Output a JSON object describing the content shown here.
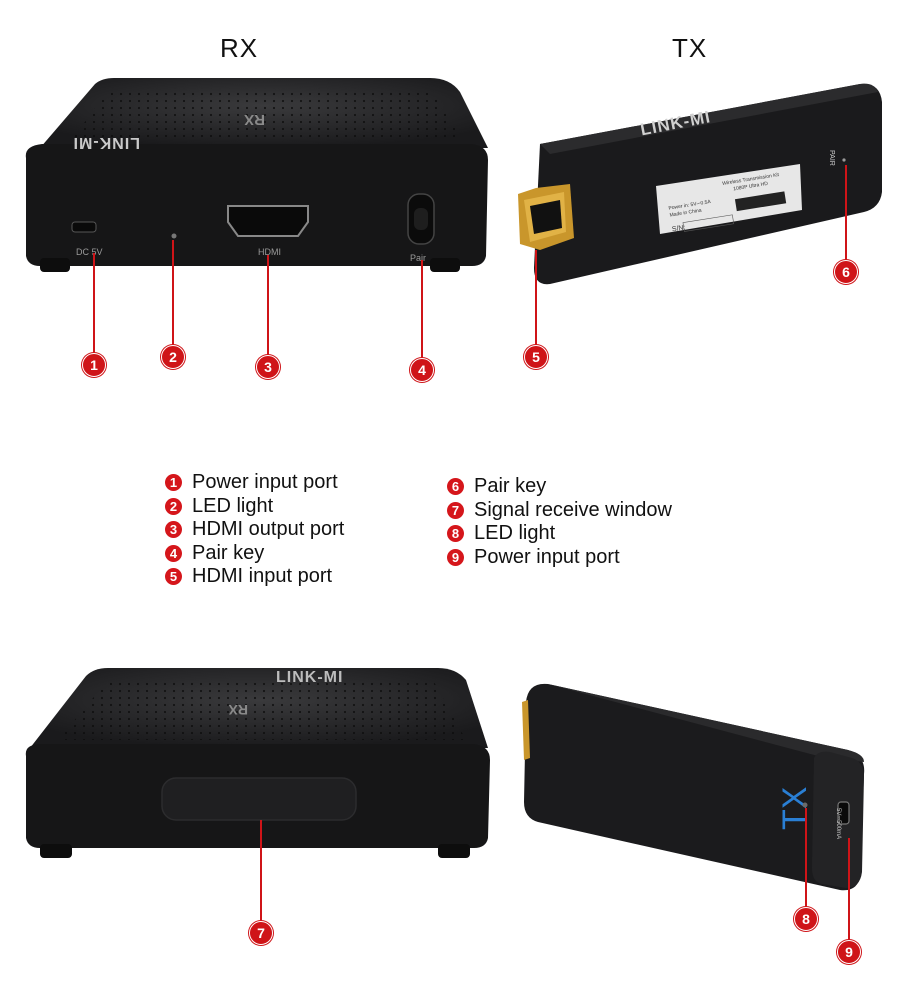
{
  "titles": {
    "rx": "RX",
    "tx": "TX"
  },
  "rx_front_labels": {
    "dc": "DC 5V",
    "hdmi": "HDMI",
    "pair": "Pair"
  },
  "rx_top_labels": {
    "model": "RX",
    "brand": "LINK-MI"
  },
  "tx_top_labels": {
    "brand": "LINK-MI",
    "pair": "PAIR",
    "sticker_title": "Wireless Transmission Kit",
    "sticker_sub": "1080P Ultra HD",
    "sticker_power": "Power in: 5V⎓0.5A",
    "sticker_made": "Made in China",
    "sticker_sn": "S/N:"
  },
  "tx_bottom_labels": {
    "model": "TX",
    "port": "5V⎓500mA"
  },
  "callouts": [
    "1",
    "2",
    "3",
    "4",
    "5",
    "6",
    "7",
    "8",
    "9"
  ],
  "legend_left": [
    {
      "num": "1",
      "text": "Power input port"
    },
    {
      "num": "2",
      "text": "LED light"
    },
    {
      "num": "3",
      "text": "HDMI output port"
    },
    {
      "num": "4",
      "text": "Pair key"
    },
    {
      "num": "5",
      "text": "HDMI input port"
    }
  ],
  "legend_right": [
    {
      "num": "6",
      "text": "Pair key"
    },
    {
      "num": "7",
      "text": "Signal receive window"
    },
    {
      "num": "8",
      "text": "LED light"
    },
    {
      "num": "9",
      "text": "Power input port"
    }
  ],
  "colors": {
    "accent": "#cf1418",
    "device": "#1c1c1e",
    "tx_logo": "#2a7fd4"
  }
}
